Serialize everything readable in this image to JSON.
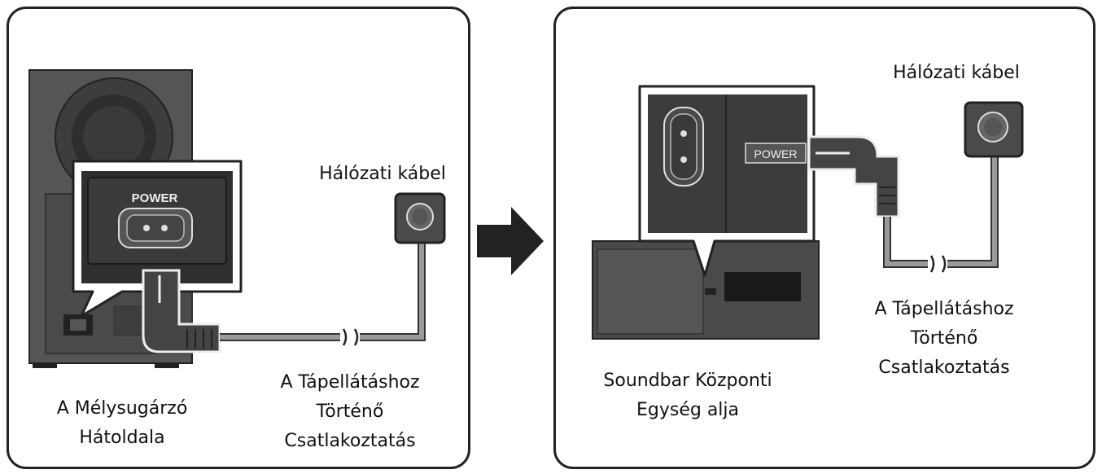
{
  "left_panel": {
    "power_label": "POWER",
    "cable_label": "Hálózati kábel",
    "connection_label": [
      "A Tápellátáshoz",
      "Történő",
      "Csatlakoztatás"
    ],
    "device_label": [
      "A Mélysugárzó",
      "Hátoldala"
    ]
  },
  "right_panel": {
    "power_label": "POWER",
    "cable_label": "Hálózati kábel",
    "connection_label": [
      "A Tápellátáshoz",
      "Történő",
      "Csatlakoztatás"
    ],
    "device_label": [
      "Soundbar Központi",
      "Egység alja"
    ]
  },
  "arrow": {
    "icon": "right-arrow-icon"
  },
  "colors": {
    "outline": "#222222",
    "subwoofer_body": "#4a4a4a",
    "panel_dark": "#3a3a3a",
    "cable": "#9a9a9a"
  }
}
